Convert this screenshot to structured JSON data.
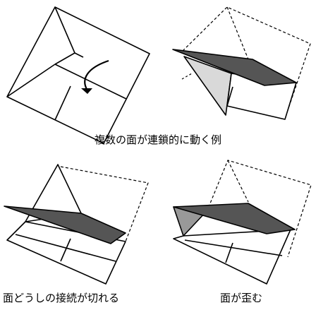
{
  "captions": {
    "top": "複数の面が連鎖的に動く例",
    "bottom_left": "面どうしの接続が切れる",
    "bottom_right": "面が歪む"
  },
  "colors": {
    "line": "#000000",
    "dark_face": "#555555",
    "light_face": "#d9d9d9",
    "mid_face": "#999999",
    "background": "#ffffff"
  },
  "icons": {
    "fold_arrow": "curved-arrow-down"
  }
}
